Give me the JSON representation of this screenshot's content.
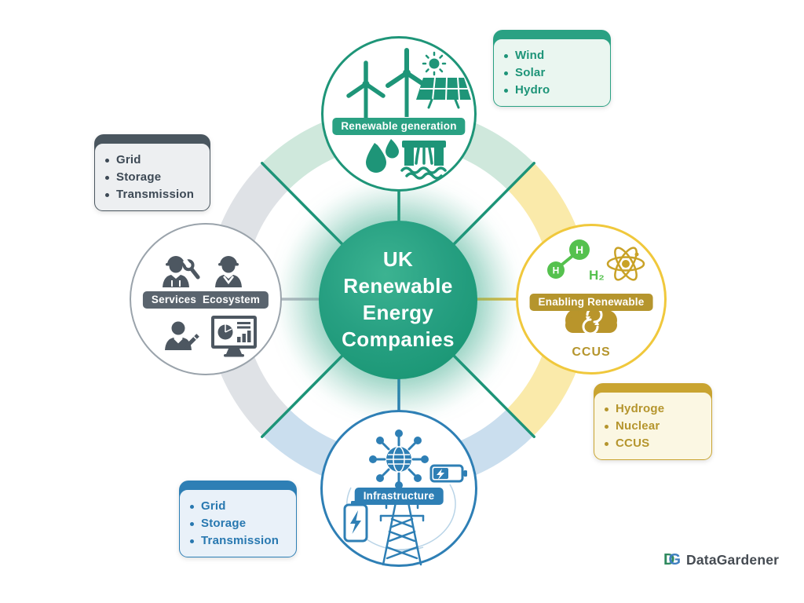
{
  "center": {
    "title": "UK\nRenewable\nEnergy\nCompanies"
  },
  "nodes": {
    "generation": {
      "label": "Renewable generation"
    },
    "enabling": {
      "label": "Enabling Renewable",
      "h_small": "H",
      "h_large": "H",
      "h2": "H₂",
      "ccus": "CCUS"
    },
    "infrastructure": {
      "label": "Infrastructure"
    },
    "services": {
      "label": "Services  Ecosystem"
    }
  },
  "callouts": {
    "top_left": {
      "items": [
        "Grid",
        "Storage",
        "Transmission"
      ]
    },
    "top_right": {
      "items": [
        "Wind",
        "Solar",
        "Hydro"
      ]
    },
    "right": {
      "items": [
        "Hydroge",
        "Nuclear",
        "CCUS"
      ]
    },
    "bottom_left": {
      "items": [
        "Grid",
        "Storage",
        "Transmission"
      ]
    }
  },
  "branding": {
    "monogram_d": "D",
    "monogram_g": "G",
    "name": "DataGardener"
  },
  "colors": {
    "teal": "#1e9578",
    "teal_fill": "#2aa183",
    "ring_mint": "#cfe8dc",
    "ring_yellow": "#faeaaa",
    "ring_blue": "#cadeee",
    "ring_gray": "#dfe2e6",
    "gold": "#c9a431",
    "gold_text": "#b5952d",
    "yellow_border": "#f0c83c",
    "blue": "#2e7fb5",
    "slate": "#4a565f",
    "hydrogen_green": "#55c14e"
  }
}
